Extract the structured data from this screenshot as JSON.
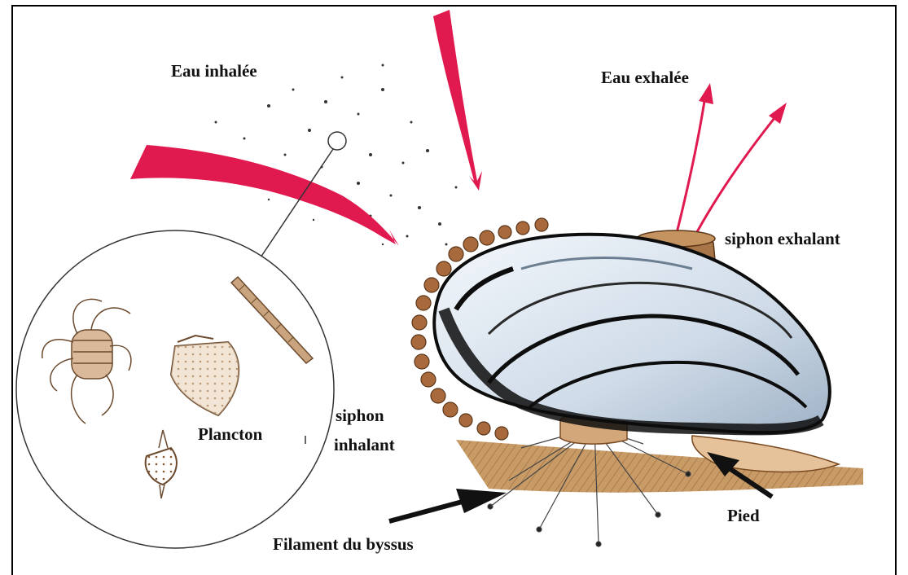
{
  "labels": {
    "eau_inhalee": "Eau inhalée",
    "eau_exhalee": "Eau exhalée",
    "siphon_exhalant": "siphon exhalant",
    "siphon_inhalant_line1": "siphon",
    "siphon_inhalant_line2": "inhalant",
    "plancton": "Plancton",
    "pied": "Pied",
    "filament_byssus": "Filament du byssus"
  },
  "colors": {
    "water_arrow": "#e0194f",
    "shell_light": "#dfe8f2",
    "shell_dark": "#0d0d0d",
    "mantle_fringe": "#a86a3c",
    "sediment": "#c79a66",
    "foot": "#e6c29a"
  }
}
